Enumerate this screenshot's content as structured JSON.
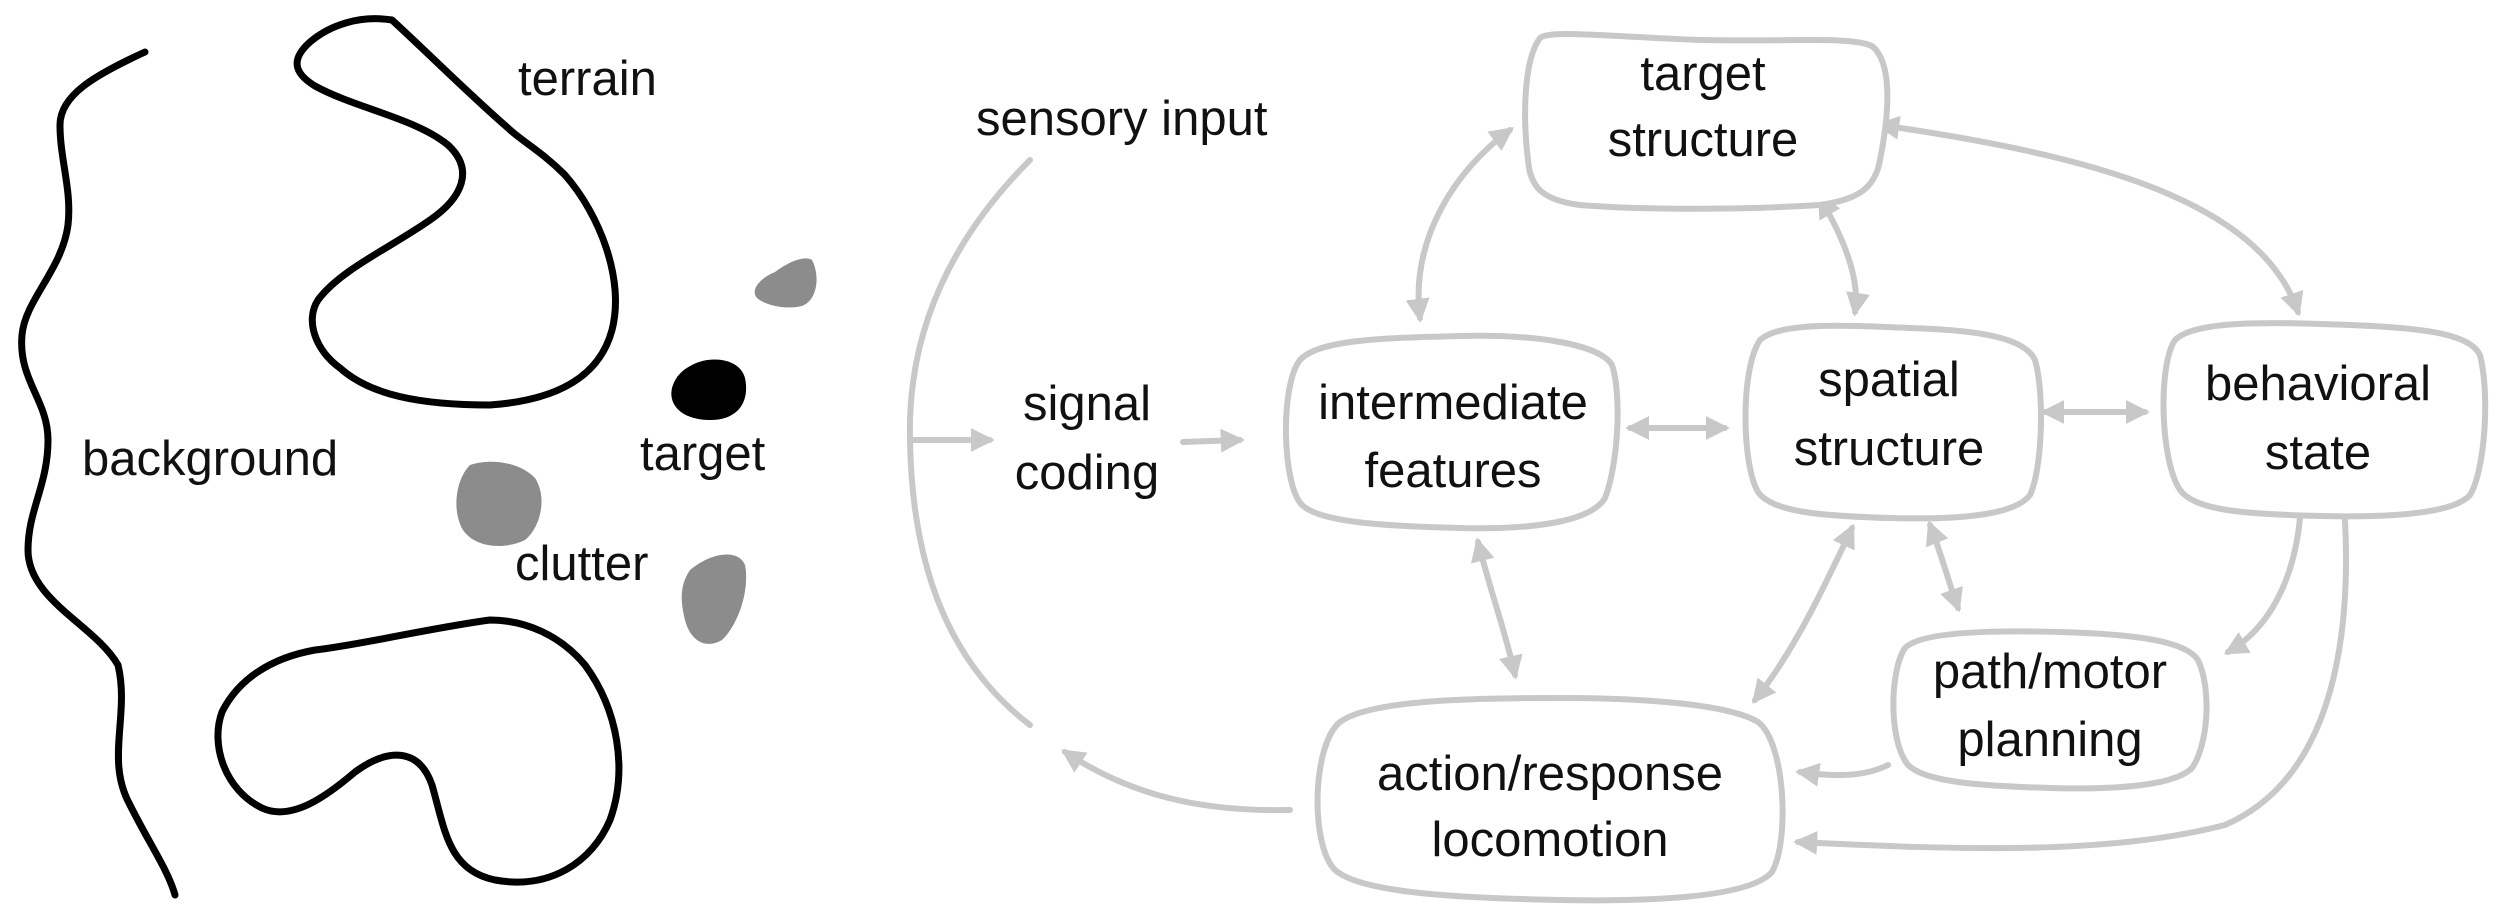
{
  "colors": {
    "flow": "#c8c8c8",
    "outline": "#000000",
    "target_fill": "#000000",
    "clutter_fill": "#8c8c8c",
    "text": "#111111"
  },
  "scene": {
    "terrain": "terrain",
    "background": "background",
    "target": "target",
    "clutter": "clutter"
  },
  "diagram": {
    "sensory_input": "sensory input",
    "signal_coding": {
      "line1": "signal",
      "line2": "coding"
    },
    "nodes": {
      "target_structure": {
        "line1": "target",
        "line2": "structure"
      },
      "intermediate_features": {
        "line1": "intermediate",
        "line2": "features"
      },
      "spatial_structure": {
        "line1": "spatial",
        "line2": "structure"
      },
      "behavioral_state": {
        "line1": "behavioral",
        "line2": "state"
      },
      "path_motor_planning": {
        "line1": "path/motor",
        "line2": "planning"
      },
      "action_response": {
        "line1": "action/response",
        "line2": "locomotion"
      }
    }
  }
}
